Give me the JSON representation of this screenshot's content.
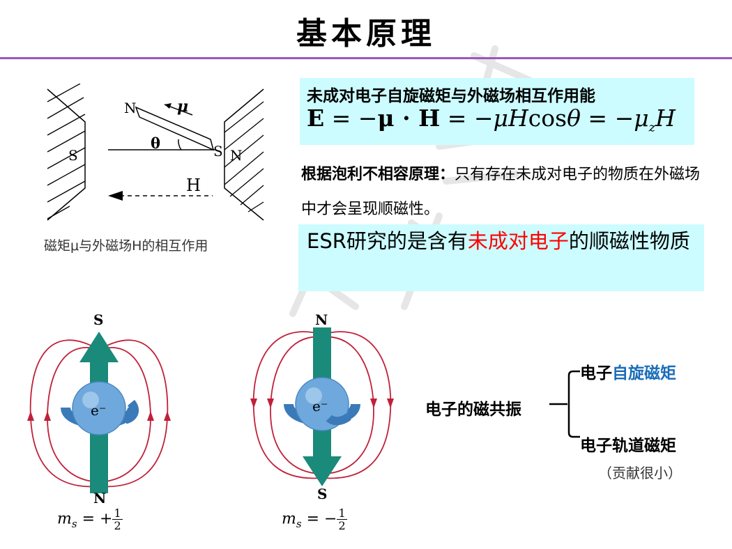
{
  "title": "基本原理",
  "figure1": {
    "labels": {
      "n_top": "N",
      "mu": "μ",
      "theta": "θ",
      "s_left": "S",
      "s_right": "S",
      "n_right": "N",
      "h": "H"
    },
    "caption": "磁矩μ与外磁场H的相互作用"
  },
  "box1": {
    "line1": "未成对电子自旋磁矩与外磁场相互作用能",
    "formula": {
      "e": "E",
      "eq1": " = −",
      "mu": "μ",
      "dot": " · ",
      "h": "H",
      "eq2": " = −",
      "rest": "μH",
      "cos": "cos",
      "theta": "θ",
      "eq3": " = −",
      "muz": "μ",
      "z": "z",
      "h2": "H"
    }
  },
  "para": {
    "bold": "根据泡利不相容原理：",
    "text": "只有存在未成对电子的物质在外磁场中才会呈现顺磁性。"
  },
  "box2": {
    "part1": "ESR研究的是含有",
    "red": "未成对电子",
    "part2": "的顺磁性物质"
  },
  "spin_up": {
    "top": "S",
    "bottom": "N",
    "electron": "e⁻",
    "ms_label": "m",
    "ms_sub": "s",
    "ms_sign": " = +",
    "num": "1",
    "den": "2"
  },
  "spin_down": {
    "top": "N",
    "bottom": "S",
    "electron": "e⁻",
    "ms_label": "m",
    "ms_sub": "s",
    "ms_sign": " = −",
    "num": "1",
    "den": "2"
  },
  "mindmap": {
    "root": "电子的磁共振",
    "branch1_prefix": "电子",
    "branch1_blue": "自旋磁矩",
    "branch2": "电子轨道磁矩",
    "note": "（贡献很小）"
  },
  "colors": {
    "rule": "#9b59b6",
    "box": "#ccfcff",
    "red": "#ff0000",
    "blue": "#1a6db8",
    "arrow": "#1a8a7a",
    "sphere": "#6fa8dc",
    "fieldline": "#c0203a"
  }
}
